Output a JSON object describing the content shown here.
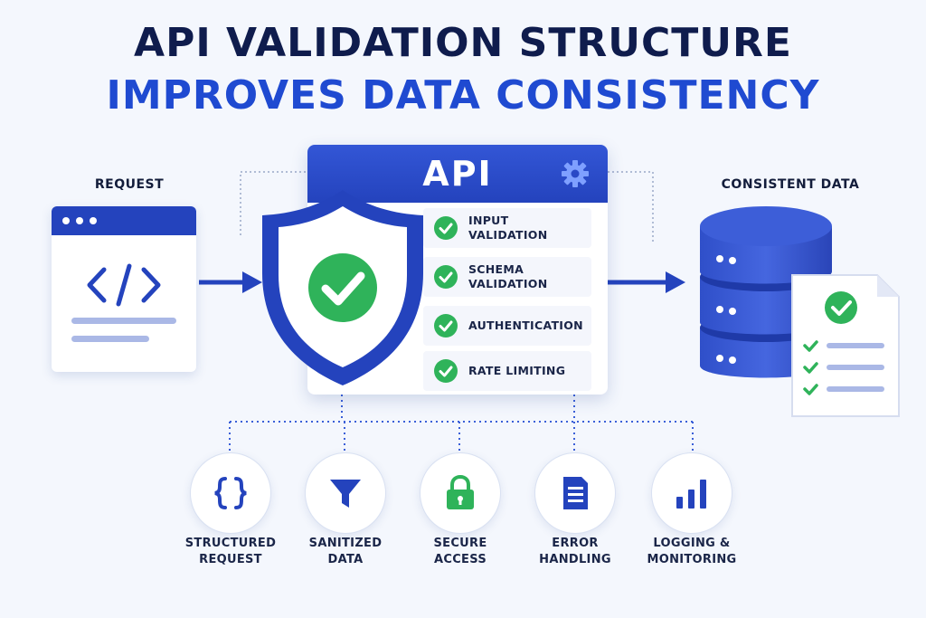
{
  "title": {
    "line1": "API VALIDATION STRUCTURE",
    "line2": "IMPROVES DATA CONSISTENCY"
  },
  "request_label": "REQUEST",
  "output_label": "CONSISTENT DATA",
  "api": {
    "title": "API",
    "checks": [
      {
        "line1": "INPUT",
        "line2": "VALIDATION"
      },
      {
        "line1": "SCHEMA",
        "line2": "VALIDATION"
      },
      {
        "line1": "AUTHENTICATION",
        "line2": ""
      },
      {
        "line1": "RATE LIMITING",
        "line2": ""
      }
    ]
  },
  "features": [
    {
      "icon": "braces-icon",
      "line1": "STRUCTURED",
      "line2": "REQUEST"
    },
    {
      "icon": "funnel-icon",
      "line1": "SANITIZED",
      "line2": "DATA"
    },
    {
      "icon": "lock-icon",
      "line1": "SECURE",
      "line2": "ACCESS"
    },
    {
      "icon": "document-icon",
      "line1": "ERROR",
      "line2": "HANDLING"
    },
    {
      "icon": "bar-chart-icon",
      "line1": "LOGGING &",
      "line2": "MONITORING"
    }
  ],
  "colors": {
    "navy": "#0f1c4d",
    "blue": "#1f4ad1",
    "green": "#2fb35a",
    "background": "#f4f7fd"
  }
}
